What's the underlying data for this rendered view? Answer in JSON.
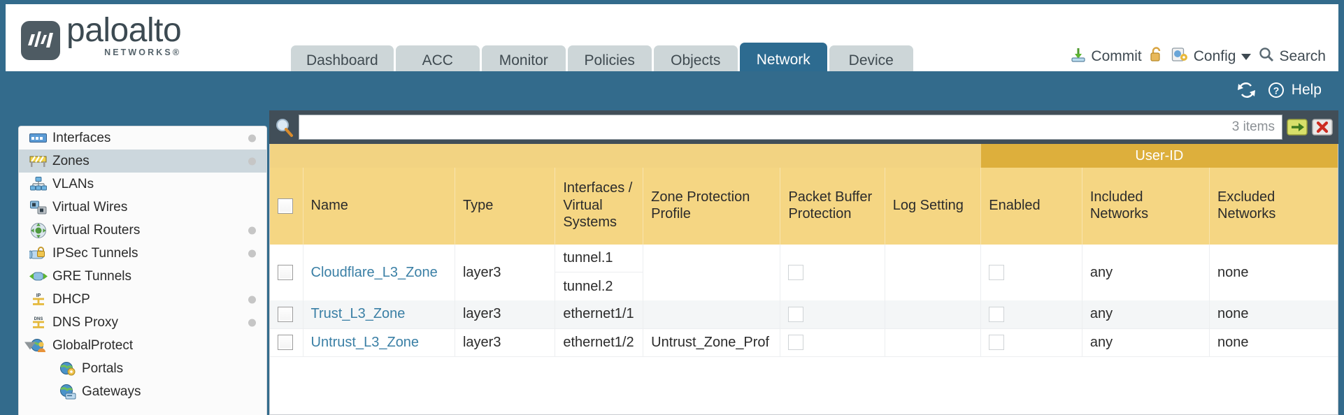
{
  "brand": {
    "name": "paloalto",
    "tagline": "NETWORKS",
    "registered": "®"
  },
  "nav": {
    "tabs": [
      {
        "label": "Dashboard",
        "active": false
      },
      {
        "label": "ACC",
        "active": false
      },
      {
        "label": "Monitor",
        "active": false
      },
      {
        "label": "Policies",
        "active": false
      },
      {
        "label": "Objects",
        "active": false
      },
      {
        "label": "Network",
        "active": true
      },
      {
        "label": "Device",
        "active": false
      }
    ]
  },
  "header_actions": {
    "commit": "Commit",
    "config": "Config",
    "search": "Search"
  },
  "band": {
    "help": "Help"
  },
  "sidebar": {
    "items": [
      {
        "label": "Interfaces",
        "icon": "interfaces-icon",
        "selected": false,
        "dot": true,
        "child": false,
        "expander": false
      },
      {
        "label": "Zones",
        "icon": "zones-icon",
        "selected": true,
        "dot": true,
        "child": false,
        "expander": false
      },
      {
        "label": "VLANs",
        "icon": "vlans-icon",
        "selected": false,
        "dot": false,
        "child": false,
        "expander": false
      },
      {
        "label": "Virtual Wires",
        "icon": "virtual-wires-icon",
        "selected": false,
        "dot": false,
        "child": false,
        "expander": false
      },
      {
        "label": "Virtual Routers",
        "icon": "virtual-routers-icon",
        "selected": false,
        "dot": true,
        "child": false,
        "expander": false
      },
      {
        "label": "IPSec Tunnels",
        "icon": "ipsec-tunnels-icon",
        "selected": false,
        "dot": true,
        "child": false,
        "expander": false
      },
      {
        "label": "GRE Tunnels",
        "icon": "gre-tunnels-icon",
        "selected": false,
        "dot": false,
        "child": false,
        "expander": false
      },
      {
        "label": "DHCP",
        "icon": "dhcp-icon",
        "selected": false,
        "dot": true,
        "child": false,
        "expander": false
      },
      {
        "label": "DNS Proxy",
        "icon": "dns-proxy-icon",
        "selected": false,
        "dot": true,
        "child": false,
        "expander": false
      },
      {
        "label": "GlobalProtect",
        "icon": "globalprotect-icon",
        "selected": false,
        "dot": false,
        "child": false,
        "expander": true
      },
      {
        "label": "Portals",
        "icon": "portals-icon",
        "selected": false,
        "dot": false,
        "child": true,
        "expander": false
      },
      {
        "label": "Gateways",
        "icon": "gateways-icon",
        "selected": false,
        "dot": false,
        "child": true,
        "expander": false
      }
    ]
  },
  "search": {
    "value": "",
    "placeholder": "",
    "item_count": "3 items"
  },
  "table": {
    "group_header": {
      "userid": "User-ID"
    },
    "columns": [
      "Name",
      "Type",
      "Interfaces / Virtual Systems",
      "Zone Protection Profile",
      "Packet Buffer Protection",
      "Log Setting",
      "Enabled",
      "Included Networks",
      "Excluded Networks"
    ],
    "rows": [
      {
        "selected": false,
        "name": "Cloudflare_L3_Zone",
        "type": "layer3",
        "interfaces": [
          "tunnel.1",
          "tunnel.2"
        ],
        "zone_protection_profile": "",
        "packet_buffer_protection": false,
        "log_setting": "",
        "userid_enabled": false,
        "included_networks": "any",
        "excluded_networks": "none"
      },
      {
        "selected": false,
        "name": "Trust_L3_Zone",
        "type": "layer3",
        "interfaces": [
          "ethernet1/1"
        ],
        "zone_protection_profile": "",
        "packet_buffer_protection": false,
        "log_setting": "",
        "userid_enabled": false,
        "included_networks": "any",
        "excluded_networks": "none"
      },
      {
        "selected": false,
        "name": "Untrust_L3_Zone",
        "type": "layer3",
        "interfaces": [
          "ethernet1/2"
        ],
        "zone_protection_profile": "Untrust_Zone_Prof",
        "packet_buffer_protection": false,
        "log_setting": "",
        "userid_enabled": false,
        "included_networks": "any",
        "excluded_networks": "none"
      }
    ]
  },
  "colors": {
    "brand_blue": "#336b8c",
    "tab_active": "#2d6b90",
    "tab_inactive": "#cdd6d8",
    "table_header": "#f5d683",
    "table_group_header": "#ddaf3c",
    "link": "#3a7fa5",
    "search_strip": "#414e58"
  }
}
